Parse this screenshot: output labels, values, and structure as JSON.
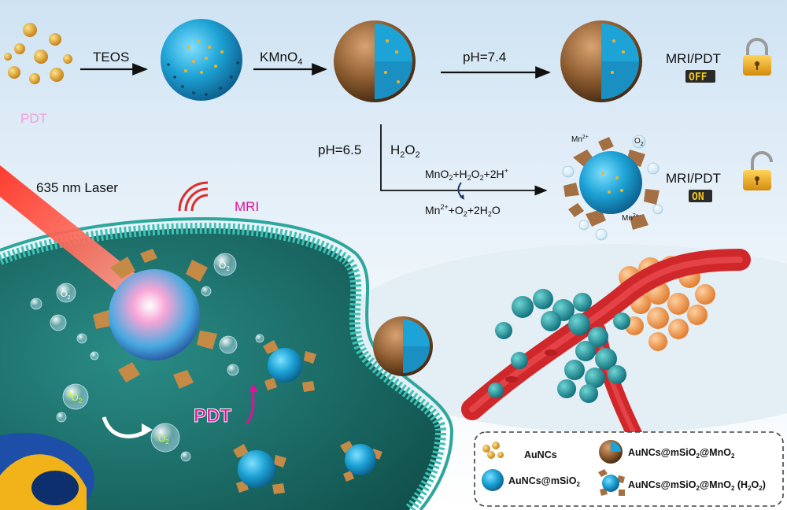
{
  "figure": {
    "top_row": {
      "precursor_label": "PDT",
      "step1_reagent": "TEOS",
      "step2_reagent": "KMnO",
      "step2_reagent_sub": "4",
      "step3_condition": "pH=7.4",
      "state_off_label": "MRI/PDT",
      "state_off_badge": "OFF"
    },
    "branch": {
      "condition_ph": "pH=6.5",
      "condition_h2o2": "H",
      "condition_h2o2_sub": "2",
      "condition_h2o2_tail": "O",
      "condition_h2o2_sub2": "2",
      "reaction_reactants": "MnO",
      "reaction_reactants_sub": "2",
      "reaction_reactants_mid": "+H",
      "reaction_reactants_sub2": "2",
      "reaction_reactants_tail": "O",
      "reaction_reactants_sub3": "2",
      "reaction_reactants_end": "+2H",
      "reaction_reactants_sup": "+",
      "reaction_products": "Mn",
      "reaction_products_sup": "2+",
      "reaction_products_mid": "+O",
      "reaction_products_sub": "2",
      "reaction_products_tail": "+2H",
      "reaction_products_sub2": "2",
      "reaction_products_end": "O",
      "state_on_label": "MRI/PDT",
      "state_on_badge": "ON",
      "particle_labels": {
        "mn_a": "Mn",
        "mn_a_sup": "2+",
        "mn_b": "Mn",
        "mn_b_sup": "2+",
        "o2": "O",
        "o2_sub": "2"
      }
    },
    "cell_scene": {
      "laser_label": "635 nm Laser",
      "mri_label": "MRI",
      "pdt_label": "PDT",
      "o2_label": "O",
      "o2_sub": "2",
      "triplet_o2_label": "O",
      "triplet_o2_pre": "3",
      "triplet_o2_sub": "2"
    },
    "legend": {
      "item1": "AuNCs",
      "item2_a": "AuNCs@mSiO",
      "item2_sub": "2",
      "item3_a": "AuNCs@mSiO",
      "item3_sub1": "2",
      "item3_b": "@MnO",
      "item3_sub2": "2",
      "item4_a": "AuNCs@mSiO",
      "item4_sub1": "2",
      "item4_b": "@MnO",
      "item4_sub2": "2",
      "item4_c": " (H",
      "item4_sub3": "2",
      "item4_d": "O",
      "item4_sub4": "2",
      "item4_e": ")"
    },
    "colors": {
      "core_blue": "#1ea3d6",
      "gold": "#e3a21a",
      "mno2_brown": "#8a5a2e",
      "cell_teal": "#1a6f6a",
      "membrane": "#3ec2b5",
      "laser": "#ff3a2a",
      "vessel_red": "#d0272b",
      "tumor_orange": "#f29a4a",
      "pdt_magenta": "#e0119a",
      "lock_gold": "#f0b020"
    }
  }
}
